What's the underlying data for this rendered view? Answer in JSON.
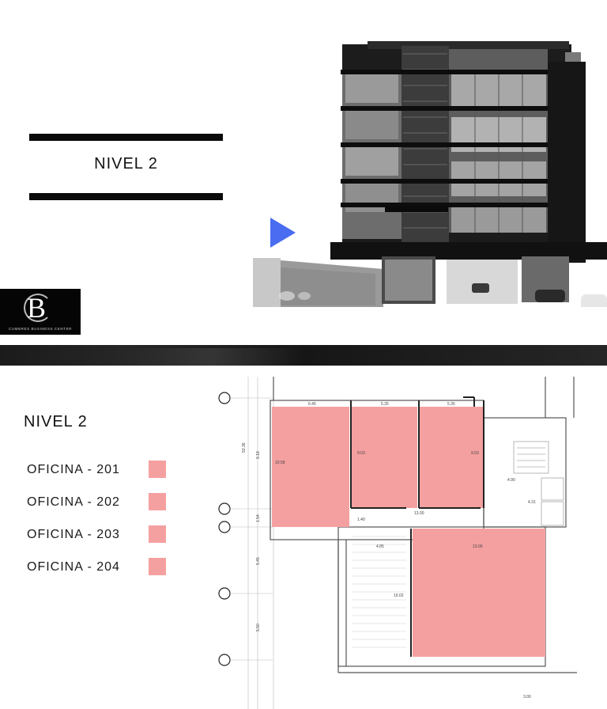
{
  "slide": {
    "level_title": "NIVEL 2",
    "play_color": "#4a6cf0"
  },
  "logo": {
    "letter": "B",
    "caption": "CUMBRES BUSINESS CENTER"
  },
  "plan": {
    "title": "NIVEL 2",
    "office_color": "#f5a0a0",
    "legend": [
      {
        "label": "OFICINA - 201"
      },
      {
        "label": "OFICINA - 202"
      },
      {
        "label": "OFICINA - 203"
      },
      {
        "label": "OFICINA - 204"
      }
    ],
    "dimensions": {
      "top_a": "6.45",
      "top_b": "5.35",
      "top_c": "5.35",
      "overall_left": "53.36",
      "left_a": "9.18",
      "left_b": "1.54",
      "left_c": "5.45",
      "left_d": "5.50",
      "room_201": "10.58",
      "room_202": "9.03",
      "room_203": "9.03",
      "stair_w": "4.90",
      "stair_h": "4.31",
      "mid_a": "1.40",
      "mid_b": "13.00",
      "lower_a": "4.85",
      "lower_b": "13.00",
      "lower_h": "10.02",
      "bottom_w": "3.00"
    }
  }
}
